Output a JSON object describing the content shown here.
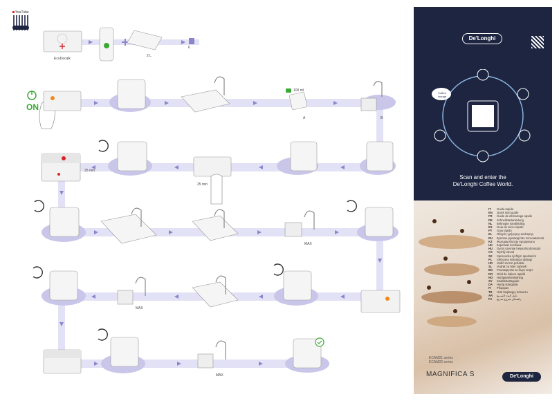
{
  "header": {
    "youtube_label": "YouTube"
  },
  "step_labels": {
    "ecodecalk": "EcoDecalk",
    "water_2l": "2 L",
    "min_6": "6",
    "on_label": "ON",
    "ml_100": "100 ml",
    "a_label": "A",
    "b_label": "B",
    "min_25": "25 min",
    "min_25b": "25 min",
    "max1": "MAX",
    "max2": "MAX",
    "max3": "MAX"
  },
  "brand_panel": {
    "logo_top": "De'Longhi",
    "scan_line1": "Scan and enter the",
    "scan_line2": "De'Longhi Coffee World.",
    "coffee_lounge": "Coffee lounge",
    "series_line1": "ECAM21 series",
    "series_line2": "ECAM22 series",
    "product_name": "MAGNIFICA S",
    "logo_bottom": "De'Longhi"
  },
  "languages": [
    {
      "code": "IT",
      "name": "Guida rapida"
    },
    {
      "code": "EN",
      "name": "Quick start guide"
    },
    {
      "code": "FR",
      "name": "Guide de démarrage rapide"
    },
    {
      "code": "DE",
      "name": "Schnellstartanleitung"
    },
    {
      "code": "NL",
      "name": "Beknopte handleiding"
    },
    {
      "code": "ES",
      "name": "Guía de inicio rápido"
    },
    {
      "code": "PT",
      "name": "Guia rápido"
    },
    {
      "code": "EL",
      "name": "Οδηγός γρήγορης εκκίνησης"
    },
    {
      "code": "RU",
      "name": "Краткое руководство пользователя"
    },
    {
      "code": "KZ",
      "name": "Жылдам бастау нұсқаулығы"
    },
    {
      "code": "UK",
      "name": "Короткий посібник"
    },
    {
      "code": "HU",
      "name": "Gyors üzembe helyezési útmutató"
    },
    {
      "code": "CS",
      "name": "Rychlý návod"
    },
    {
      "code": "SK",
      "name": "Sprievodca rýchlym spustením"
    },
    {
      "code": "PL",
      "name": "Skrócona instrukcja obsługi"
    },
    {
      "code": "HR",
      "name": "Vodič za brzi početak"
    },
    {
      "code": "SL",
      "name": "Vodnik za hiter začetek"
    },
    {
      "code": "BG",
      "name": "Ръководство за бърз старт"
    },
    {
      "code": "RO",
      "name": "Ghid de inițiere rapidă"
    },
    {
      "code": "NO",
      "name": "Hurtigstartveiledning"
    },
    {
      "code": "SV",
      "name": "Snabbstartsguide"
    },
    {
      "code": "DA",
      "name": "Hurtig startguide"
    },
    {
      "code": "FI",
      "name": "Pikaopas"
    },
    {
      "code": "TR",
      "name": "Hızlı başlangıç Kılavuzu"
    },
    {
      "code": "AR",
      "name": "دليل البدء السريع"
    },
    {
      "code": "FA",
      "name": "راهنمای شروع سریع"
    }
  ],
  "colors": {
    "navy": "#1d2540",
    "lavender": "#c9c6ea",
    "lavender_dark": "#8b86c9",
    "red": "#d8232a",
    "orange": "#f08a1c",
    "green": "#3aa935"
  }
}
